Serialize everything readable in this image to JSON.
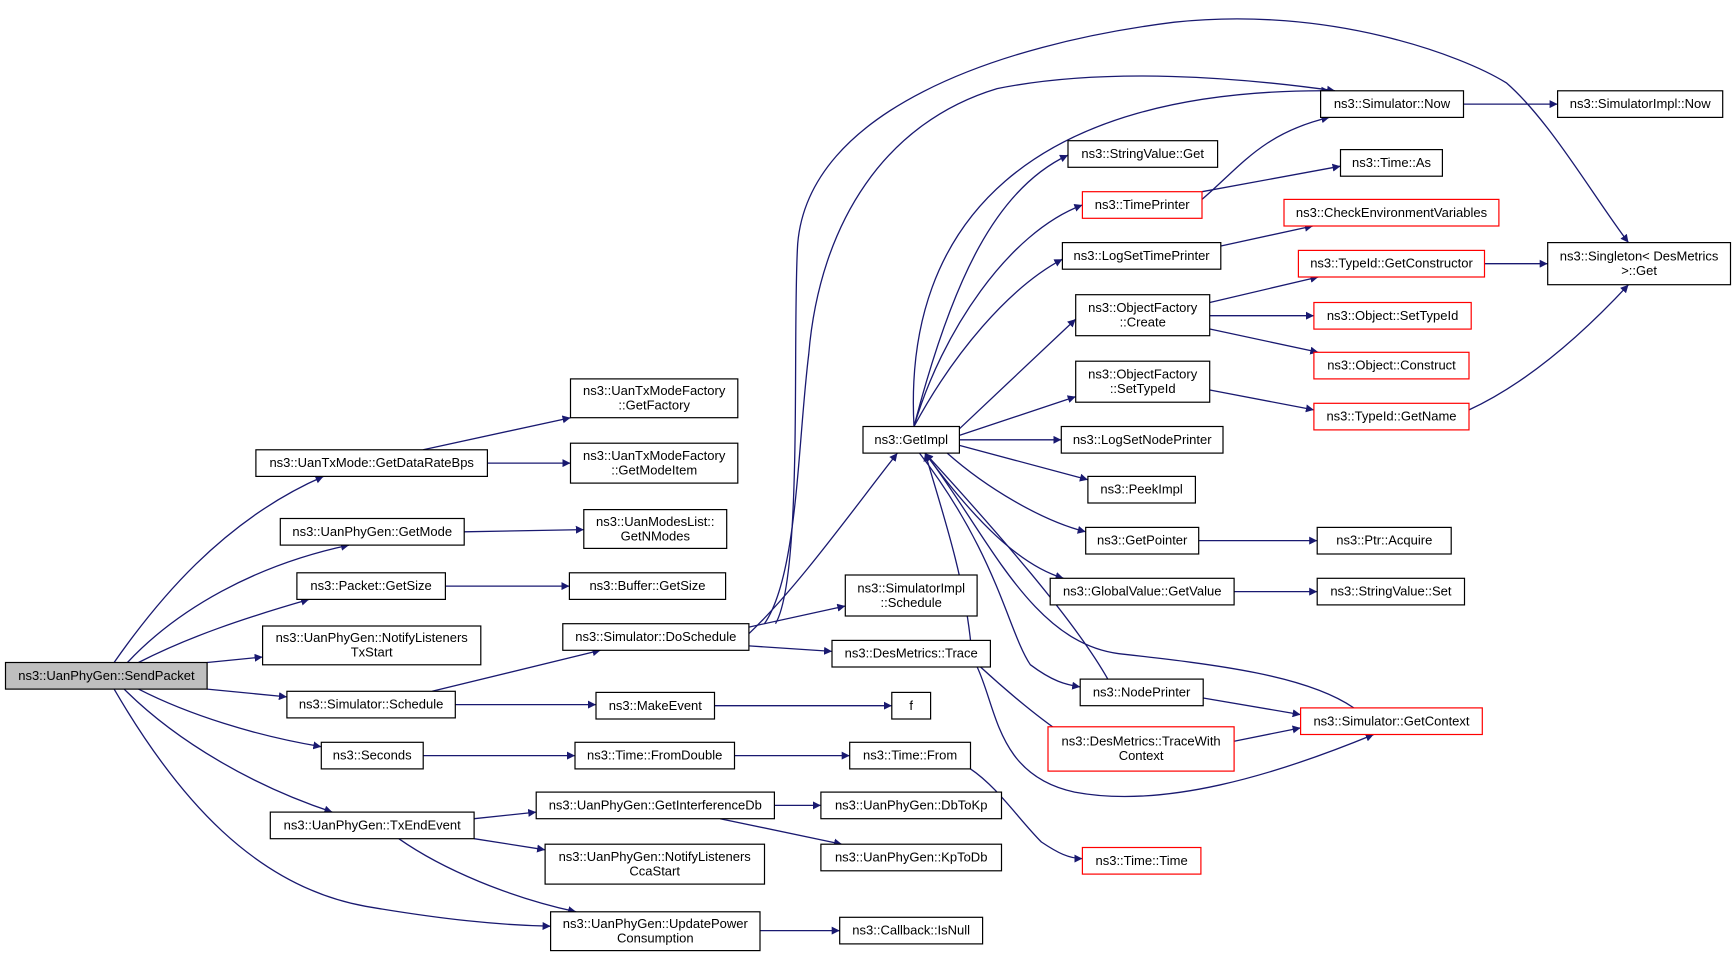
{
  "colors": {
    "edge": "#191970",
    "normal_border": "#000000",
    "truncated_border": "#ff0000",
    "root_fill": "#bfbfbf",
    "node_fill": "#ffffff"
  },
  "nodes": [
    {
      "id": "sendpacket",
      "lines": [
        "ns3::UanPhyGen::SendPacket"
      ],
      "style": "root"
    },
    {
      "id": "getdataratebps",
      "lines": [
        "ns3::UanTxMode::GetDataRateBps"
      ],
      "style": "normal"
    },
    {
      "id": "getfactory",
      "lines": [
        "ns3::UanTxModeFactory",
        "::GetFactory"
      ],
      "style": "normal"
    },
    {
      "id": "getmodeitem",
      "lines": [
        "ns3::UanTxModeFactory",
        "::GetModeItem"
      ],
      "style": "normal"
    },
    {
      "id": "getmode",
      "lines": [
        "ns3::UanPhyGen::GetMode"
      ],
      "style": "normal"
    },
    {
      "id": "getnmodes",
      "lines": [
        "ns3::UanModesList::",
        "GetNModes"
      ],
      "style": "normal"
    },
    {
      "id": "packetgetsize",
      "lines": [
        "ns3::Packet::GetSize"
      ],
      "style": "normal"
    },
    {
      "id": "buffergetsize",
      "lines": [
        "ns3::Buffer::GetSize"
      ],
      "style": "normal"
    },
    {
      "id": "notifytxstart",
      "lines": [
        "ns3::UanPhyGen::NotifyListeners",
        "TxStart"
      ],
      "style": "normal"
    },
    {
      "id": "doschedule",
      "lines": [
        "ns3::Simulator::DoSchedule"
      ],
      "style": "normal"
    },
    {
      "id": "simschedule",
      "lines": [
        "ns3::Simulator::Schedule"
      ],
      "style": "normal"
    },
    {
      "id": "seconds",
      "lines": [
        "ns3::Seconds"
      ],
      "style": "normal"
    },
    {
      "id": "txendevent",
      "lines": [
        "ns3::UanPhyGen::TxEndEvent"
      ],
      "style": "normal"
    },
    {
      "id": "getimpl",
      "lines": [
        "ns3::GetImpl"
      ],
      "style": "normal"
    },
    {
      "id": "implschedule",
      "lines": [
        "ns3::SimulatorImpl",
        "::Schedule"
      ],
      "style": "normal"
    },
    {
      "id": "desmetricstrace",
      "lines": [
        "ns3::DesMetrics::Trace"
      ],
      "style": "normal"
    },
    {
      "id": "makeevent",
      "lines": [
        "ns3::MakeEvent"
      ],
      "style": "normal"
    },
    {
      "id": "f",
      "lines": [
        "f"
      ],
      "style": "normal"
    },
    {
      "id": "fromdouble",
      "lines": [
        "ns3::Time::FromDouble"
      ],
      "style": "normal"
    },
    {
      "id": "timefrom",
      "lines": [
        "ns3::Time::From"
      ],
      "style": "normal"
    },
    {
      "id": "getinterferencedb",
      "lines": [
        "ns3::UanPhyGen::GetInterferenceDb"
      ],
      "style": "normal"
    },
    {
      "id": "dbtokp",
      "lines": [
        "ns3::UanPhyGen::DbToKp"
      ],
      "style": "normal"
    },
    {
      "id": "kptodb",
      "lines": [
        "ns3::UanPhyGen::KpToDb"
      ],
      "style": "normal"
    },
    {
      "id": "notifyccastart",
      "lines": [
        "ns3::UanPhyGen::NotifyListeners",
        "CcaStart"
      ],
      "style": "normal"
    },
    {
      "id": "updatepower",
      "lines": [
        "ns3::UanPhyGen::UpdatePower",
        "Consumption"
      ],
      "style": "normal"
    },
    {
      "id": "isnull",
      "lines": [
        "ns3::Callback::IsNull"
      ],
      "style": "normal"
    },
    {
      "id": "simnow",
      "lines": [
        "ns3::Simulator::Now"
      ],
      "style": "normal"
    },
    {
      "id": "implnow",
      "lines": [
        "ns3::SimulatorImpl::Now"
      ],
      "style": "normal"
    },
    {
      "id": "stringvalueget",
      "lines": [
        "ns3::StringValue::Get"
      ],
      "style": "normal"
    },
    {
      "id": "timeprinter",
      "lines": [
        "ns3::TimePrinter"
      ],
      "style": "truncated"
    },
    {
      "id": "timeas",
      "lines": [
        "ns3::Time::As"
      ],
      "style": "normal"
    },
    {
      "id": "checkenv",
      "lines": [
        "ns3::CheckEnvironmentVariables"
      ],
      "style": "truncated"
    },
    {
      "id": "logsettimeprinter",
      "lines": [
        "ns3::LogSetTimePrinter"
      ],
      "style": "normal"
    },
    {
      "id": "getconstructor",
      "lines": [
        "ns3::TypeId::GetConstructor"
      ],
      "style": "truncated"
    },
    {
      "id": "singletonget",
      "lines": [
        "ns3::Singleton< DesMetrics",
        ">::Get"
      ],
      "style": "normal"
    },
    {
      "id": "ofcreate",
      "lines": [
        "ns3::ObjectFactory",
        "::Create"
      ],
      "style": "normal"
    },
    {
      "id": "objsettypeid",
      "lines": [
        "ns3::Object::SetTypeId"
      ],
      "style": "truncated"
    },
    {
      "id": "objconstruct",
      "lines": [
        "ns3::Object::Construct"
      ],
      "style": "truncated"
    },
    {
      "id": "ofsettypeid",
      "lines": [
        "ns3::ObjectFactory",
        "::SetTypeId"
      ],
      "style": "normal"
    },
    {
      "id": "typeidgetname",
      "lines": [
        "ns3::TypeId::GetName"
      ],
      "style": "truncated"
    },
    {
      "id": "logsetnodeprinter",
      "lines": [
        "ns3::LogSetNodePrinter"
      ],
      "style": "normal"
    },
    {
      "id": "peekimpl",
      "lines": [
        "ns3::PeekImpl"
      ],
      "style": "normal"
    },
    {
      "id": "getpointer",
      "lines": [
        "ns3::GetPointer"
      ],
      "style": "normal"
    },
    {
      "id": "ptracquire",
      "lines": [
        "ns3::Ptr::Acquire"
      ],
      "style": "normal"
    },
    {
      "id": "globalgetvalue",
      "lines": [
        "ns3::GlobalValue::GetValue"
      ],
      "style": "normal"
    },
    {
      "id": "stringvalueset",
      "lines": [
        "ns3::StringValue::Set"
      ],
      "style": "normal"
    },
    {
      "id": "nodeprinter",
      "lines": [
        "ns3::NodePrinter"
      ],
      "style": "normal"
    },
    {
      "id": "tracewithcontext",
      "lines": [
        "ns3::DesMetrics::TraceWith",
        "Context"
      ],
      "style": "truncated"
    },
    {
      "id": "simgetcontext",
      "lines": [
        "ns3::Simulator::GetContext"
      ],
      "style": "truncated"
    },
    {
      "id": "timetime",
      "lines": [
        "ns3::Time::Time"
      ],
      "style": "truncated"
    }
  ]
}
